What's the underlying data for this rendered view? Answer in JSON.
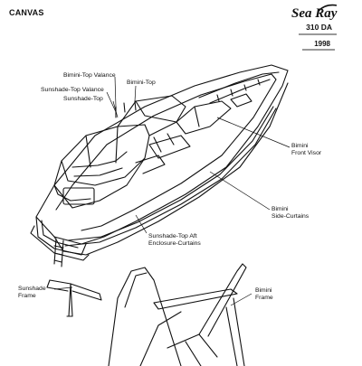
{
  "header": {
    "section": "CANVAS",
    "brand": "Sea Ray",
    "model": "310 DA",
    "year": "1998"
  },
  "callouts": {
    "valance": "Bimini-Top Valance",
    "bimini_top": "Bimini-Top",
    "sunshade_valance": "Sunshade-Top Valance",
    "sunshade_top": "Sunshade-Top",
    "front_visor_1": "Bimini",
    "front_visor_2": "Front Visor",
    "side_curtains_1": "Bimini",
    "side_curtains_2": "Side-Curtains",
    "aft_curtains_1": "Sunshade-Top Aft",
    "aft_curtains_2": "Enclosure-Curtains",
    "sunshade_frame_1": "Sunshade",
    "sunshade_frame_2": "Frame",
    "bimini_frame_1": "Bimini",
    "bimini_frame_2": "Frame"
  },
  "colors": {
    "ink": "#111111",
    "background": "#ffffff"
  }
}
